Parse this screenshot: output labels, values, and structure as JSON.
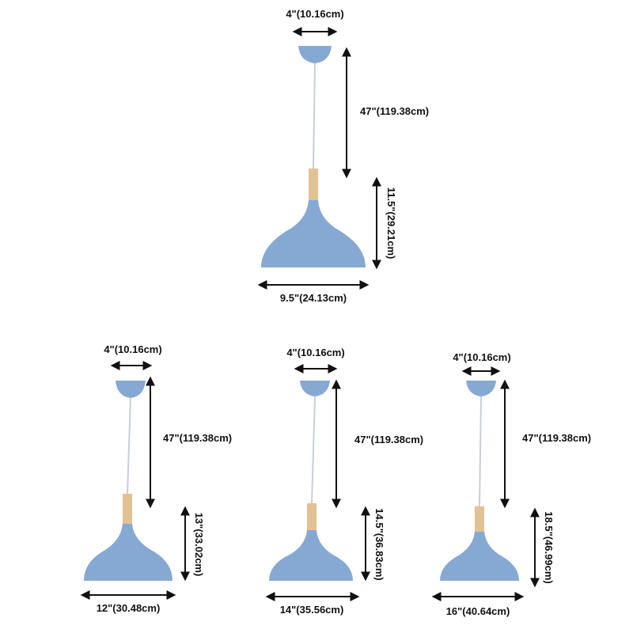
{
  "colors": {
    "shade": "#86a9d3",
    "wood": "#e2c192",
    "cord": "#c9ced6",
    "text": "#111111"
  },
  "lamps": [
    {
      "id": "lamp-1",
      "canopy": "4\"(10.16cm)",
      "cord": "47\"(119.38cm)",
      "height": "11.5\"(29.21cm)",
      "width": "9.5\"(24.13cm)"
    },
    {
      "id": "lamp-2",
      "canopy": "4\"(10.16cm)",
      "cord": "47\"(119.38cm)",
      "height": "13\"(33.02cm)",
      "width": "12\"(30.48cm)"
    },
    {
      "id": "lamp-3",
      "canopy": "4\"(10.16cm)",
      "cord": "47\"(119.38cm)",
      "height": "14.5\"(36.83cm)",
      "width": "14\"(35.56cm)"
    },
    {
      "id": "lamp-4",
      "canopy": "4\"(10.16cm)",
      "cord": "47\"(119.38cm)",
      "height": "18.5\"(46.99cm)",
      "width": "16\"(40.64cm)"
    }
  ]
}
